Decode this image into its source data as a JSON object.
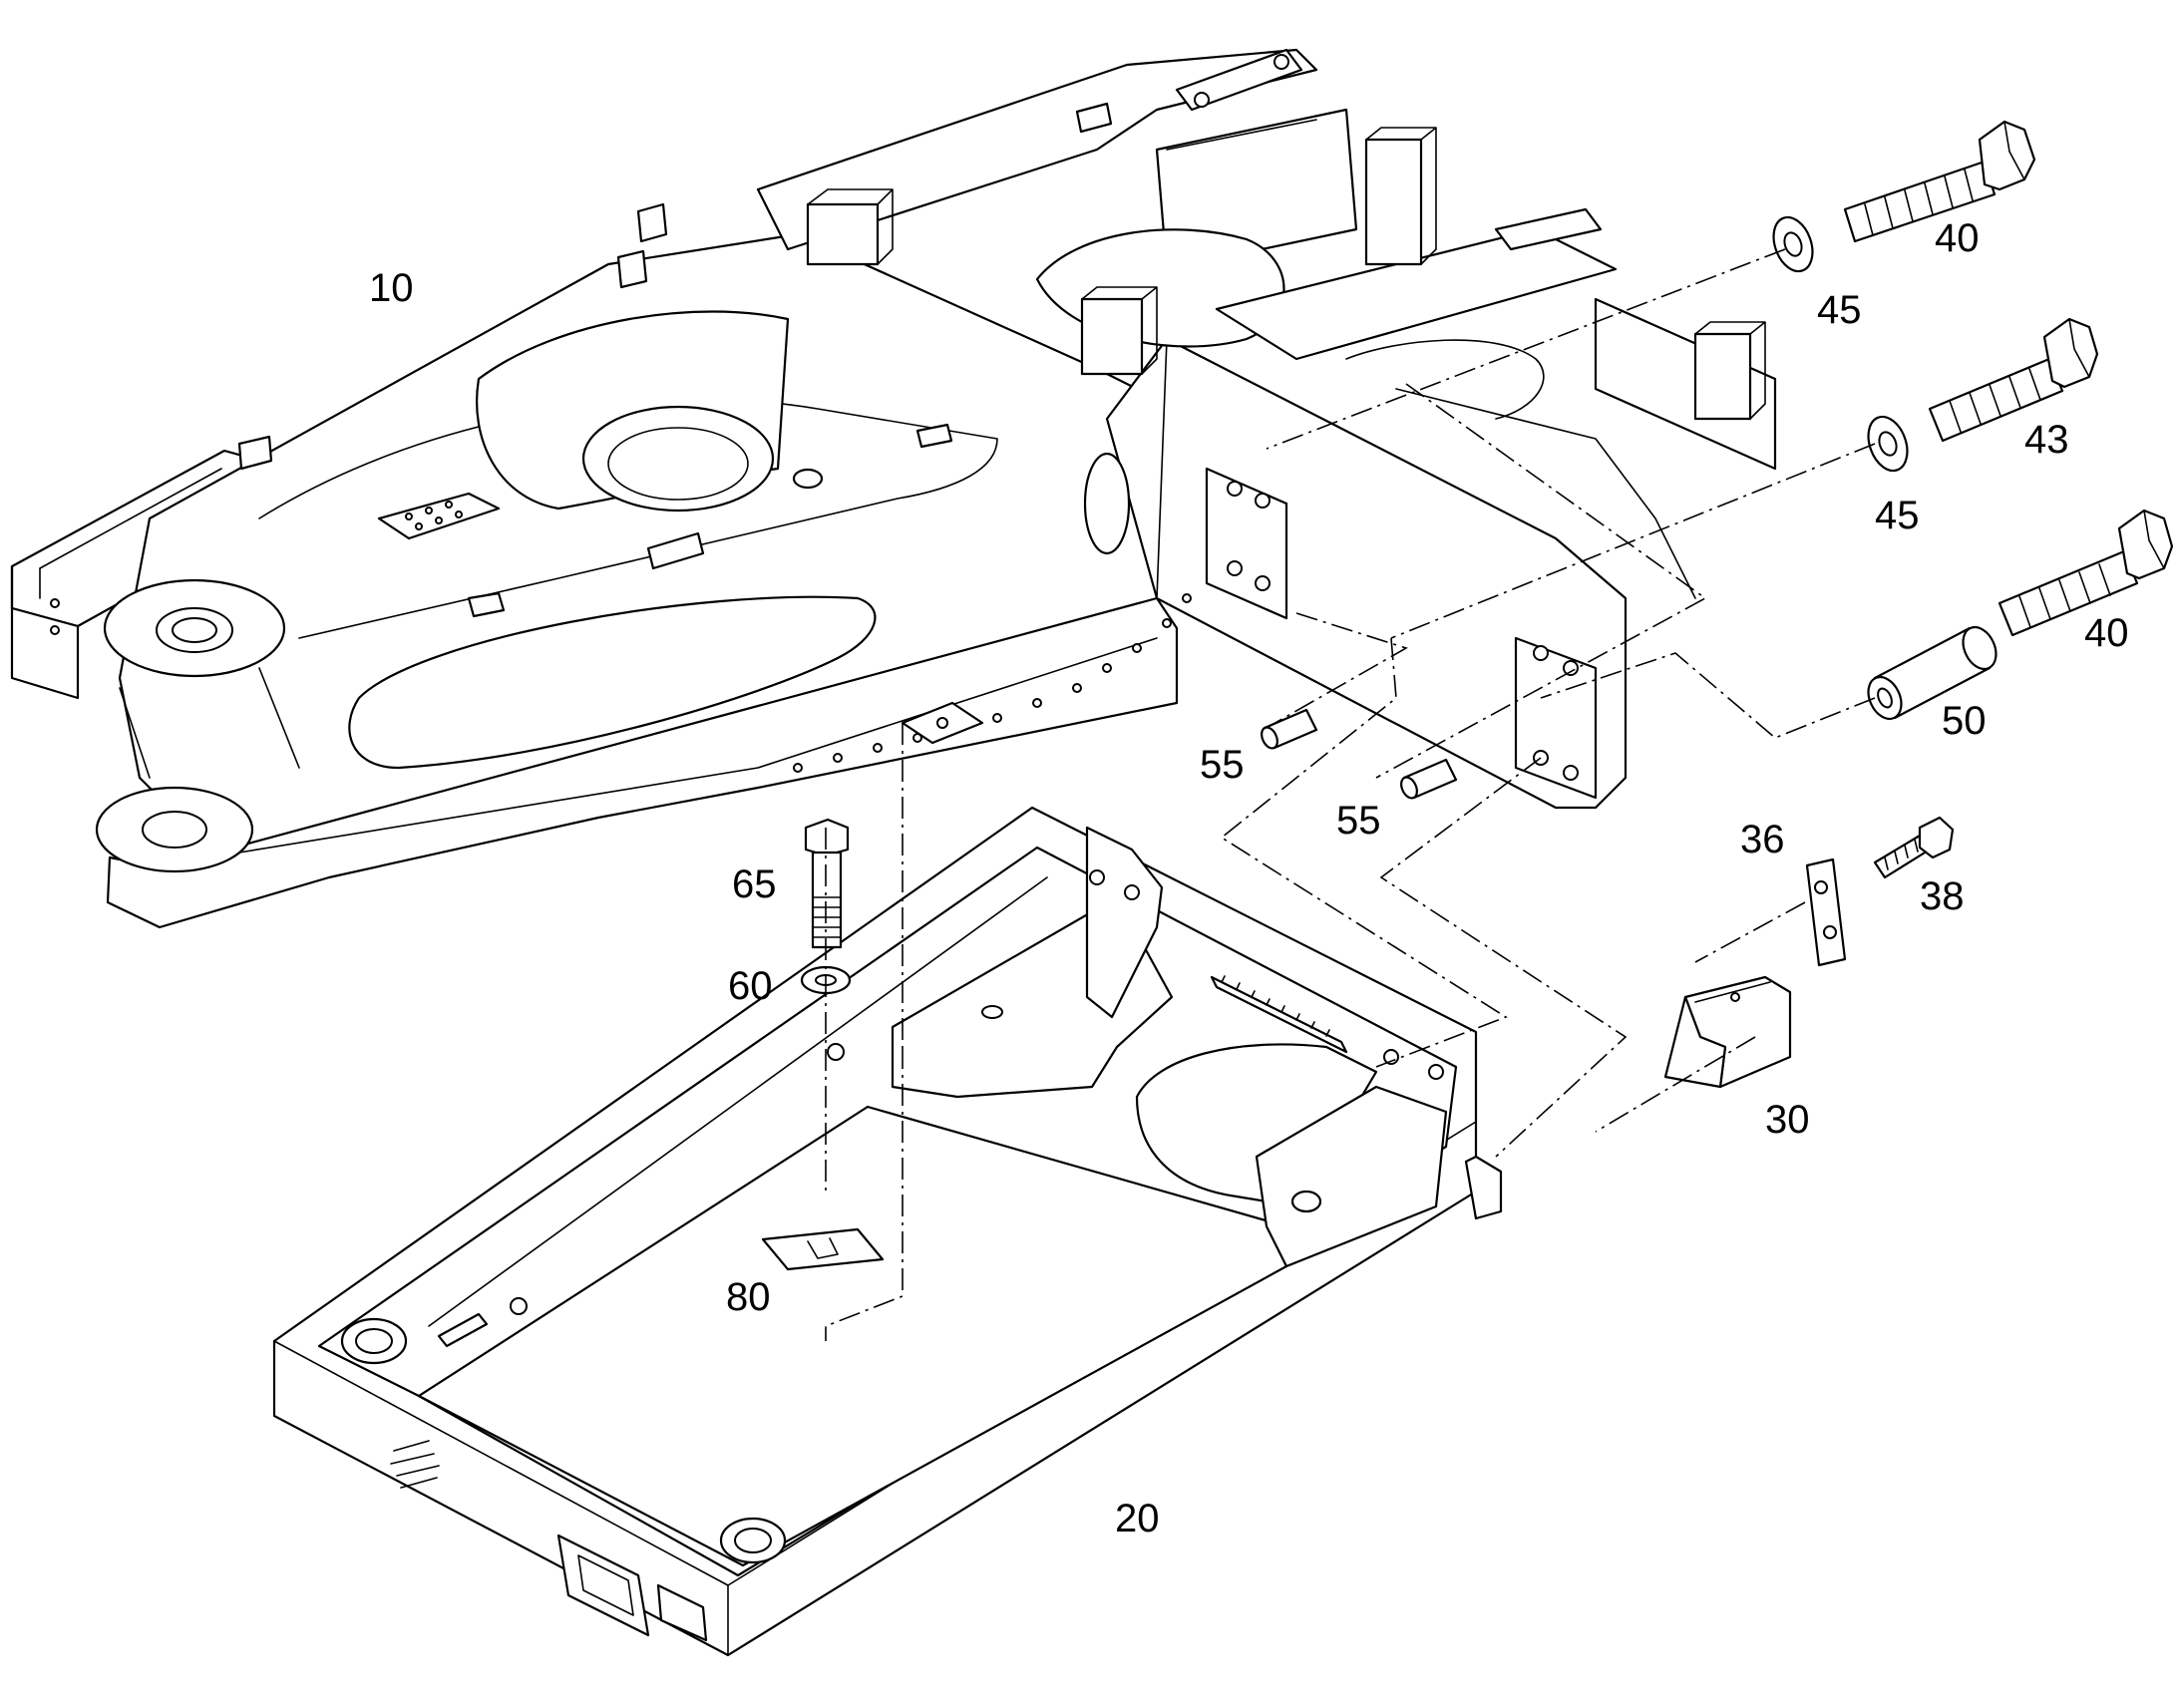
{
  "diagram": {
    "callouts": [
      {
        "id": "c10",
        "label": "10"
      },
      {
        "id": "c40a",
        "label": "40"
      },
      {
        "id": "c45a",
        "label": "45"
      },
      {
        "id": "c43",
        "label": "43"
      },
      {
        "id": "c45b",
        "label": "45"
      },
      {
        "id": "c40b",
        "label": "40"
      },
      {
        "id": "c50",
        "label": "50"
      },
      {
        "id": "c55a",
        "label": "55"
      },
      {
        "id": "c55b",
        "label": "55"
      },
      {
        "id": "c36",
        "label": "36"
      },
      {
        "id": "c38",
        "label": "38"
      },
      {
        "id": "c65",
        "label": "65"
      },
      {
        "id": "c60",
        "label": "60"
      },
      {
        "id": "c30",
        "label": "30"
      },
      {
        "id": "c80",
        "label": "80"
      },
      {
        "id": "c20",
        "label": "20"
      }
    ]
  }
}
